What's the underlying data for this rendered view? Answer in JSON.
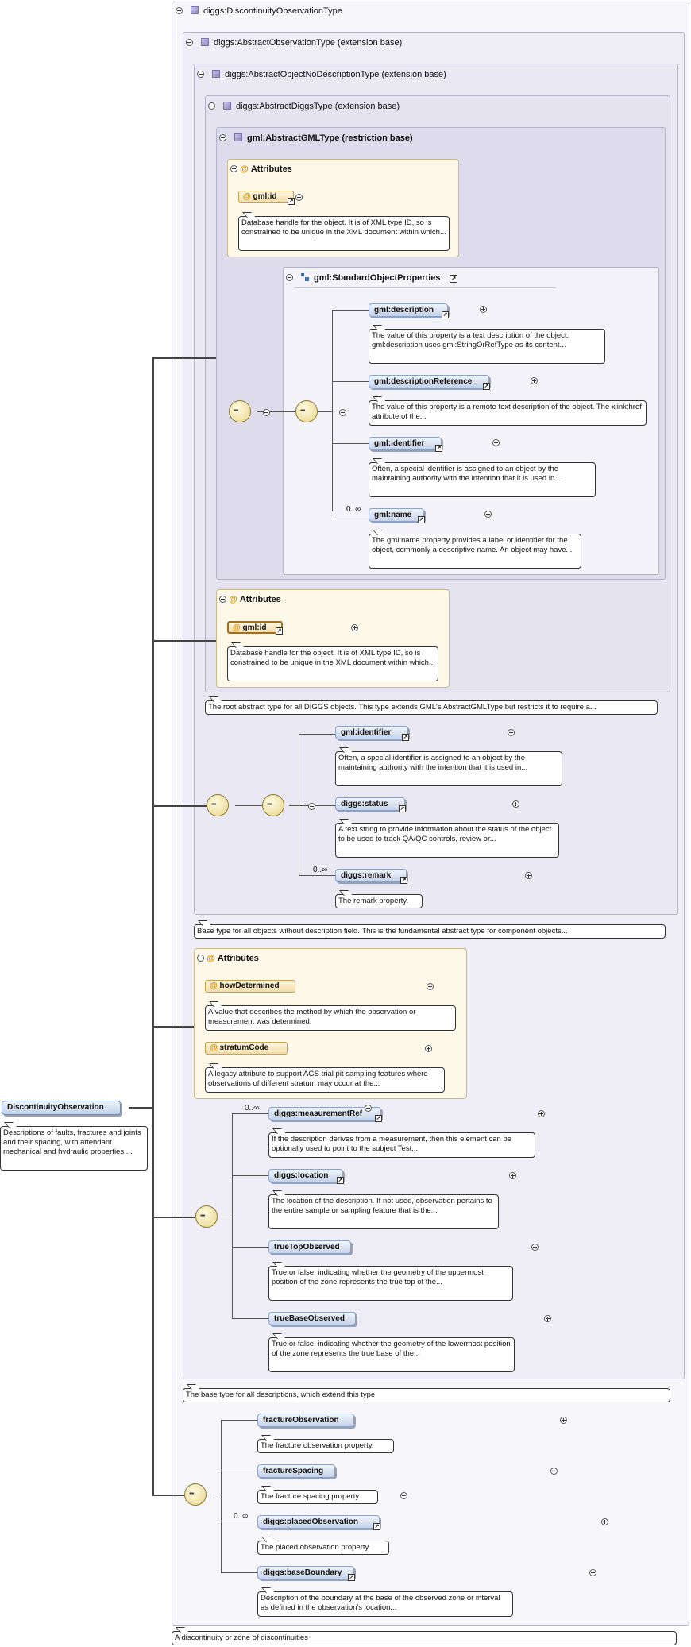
{
  "root": {
    "name": "DiscontinuityObservation",
    "doc": "Descriptions of faults, fractures and joints and their spacing, with attendant mechanical and hydraulic properties...."
  },
  "types": {
    "t1": "diggs:DiscontinuityObservationType",
    "t2": "diggs:AbstractObservationType (extension base)",
    "t3": "diggs:AbstractObjectNoDescriptionType (extension base)",
    "t4": "diggs:AbstractDiggsType (extension base)",
    "t5": "gml:AbstractGMLType (restriction base)"
  },
  "gml_attrs": {
    "title": "Attributes",
    "id_name": "gml:id",
    "id_doc": "Database handle for the object. It is of XML type ID, so is constrained to be unique in the XML document within which..."
  },
  "sop": {
    "title": "gml:StandardObjectProperties",
    "cardinality": "0..∞",
    "elements": [
      {
        "name": "gml:description",
        "doc": "The value of this property is a text description of the object. gml:description uses gml:StringOrRefType as its content..."
      },
      {
        "name": "gml:descriptionReference",
        "doc": "The value of this property is a remote text description of the object. The xlink:href attribute of the..."
      },
      {
        "name": "gml:identifier",
        "doc": "Often, a special identifier is assigned to an object by the maintaining authority with the intention that it is used in..."
      },
      {
        "name": "gml:name",
        "doc": "The gml:name property provides a label or identifier for the object, commonly a descriptive name. An object may have..."
      }
    ]
  },
  "diggs_attrs": {
    "title": "Attributes",
    "id_name": "gml:id",
    "id_doc": "Database handle for the object. It is of XML type ID, so is constrained to be unique in the XML document within which..."
  },
  "diggs_doc": "The root abstract type for all DIGGS objects. This type extends GML's AbstractGMLType but restricts it to require a...",
  "nodesc_seq": {
    "cardinality": "0..∞",
    "elements": [
      {
        "name": "gml:identifier",
        "doc": "Often, a special identifier is assigned to an object by the maintaining authority with the intention that it is used in..."
      },
      {
        "name": "diggs:status",
        "doc": "A text string to provide information about the status of the object to be used to track QA/QC controls, review or..."
      },
      {
        "name": "diggs:remark",
        "doc": "The remark property."
      }
    ]
  },
  "nodesc_doc": "Base type for all objects without description field. This is the fundamental abstract type for component objects...",
  "obs_attrs": {
    "title": "Attributes",
    "items": [
      {
        "name": "howDetermined",
        "doc": "A value that describes the method by which the observation or measurement was determined."
      },
      {
        "name": "stratumCode",
        "doc": "A legacy attribute to support AGS trial pit sampling features where observations of different stratum may occur at the..."
      }
    ]
  },
  "obs_seq": {
    "cardinality": "0..∞",
    "elements": [
      {
        "name": "diggs:measurementRef",
        "doc": "If the description derives from a measurement, then this element can be optionally used to point to the subject Test,..."
      },
      {
        "name": "diggs:location",
        "doc": "The location of the description. If not used, observation pertains to the entire sample or sampling feature that is the..."
      },
      {
        "name": "trueTopObserved",
        "doc": "True or false, indicating whether the geometry of the uppermost position of the zone represents the true top of the..."
      },
      {
        "name": "trueBaseObserved",
        "doc": "True or false, indicating whether the geometry of the lowermost position of the zone represents the true base of the..."
      }
    ]
  },
  "obs_doc": "The base type for all descriptions, which extend this type",
  "disc_seq": {
    "cardinality": "0..∞",
    "elements": [
      {
        "name": "fractureObservation",
        "doc": "The fracture observation property."
      },
      {
        "name": "fractureSpacing",
        "doc": "The fracture spacing property."
      },
      {
        "name": "diggs:placedObservation",
        "doc": "The placed observation property."
      },
      {
        "name": "diggs:baseBoundary",
        "doc": "Description of the boundary at the base of the observed zone or interval as defined in the observation's location..."
      }
    ]
  },
  "disc_doc": "A discontinuity or zone of discontinuities",
  "icons": {
    "collapse": "minus-circle-icon",
    "expand": "plus-circle-icon",
    "reference": "reference-arrow-icon",
    "sequence": "sequence-compositor-icon",
    "type": "complex-type-icon",
    "attribute": "at-icon"
  }
}
